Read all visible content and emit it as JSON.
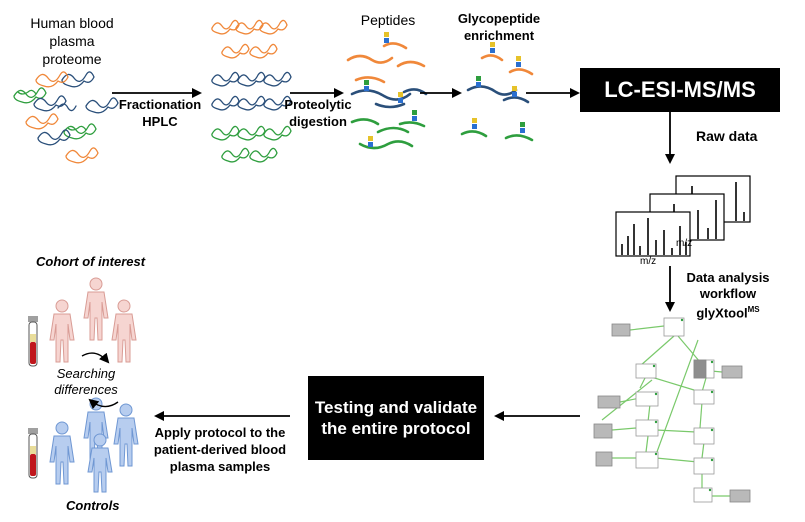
{
  "labels": {
    "proteome": "Human blood plasma proteome",
    "fractionation": "Fractionation HPLC",
    "proteolytic": "Proteolytic digestion",
    "peptides": "Peptides",
    "glyco_enrich": "Glycopeptide enrichment",
    "lcms": "LC-ESI-MS/MS",
    "raw_data": "Raw data",
    "mz1": "m/z",
    "mz2": "m/z",
    "data_analysis": "Data analysis workflow",
    "glyxtool": "glyXtool",
    "glyxtool_sup": "MS",
    "testing": "Testing and validate the entire protocol",
    "apply": "Apply protocol to the patient-derived blood plasma samples",
    "cohort": "Cohort of interest",
    "searching": "Searching differences",
    "controls": "Controls"
  },
  "colors": {
    "protein_green": "#2e9e3e",
    "protein_blue": "#2a4f7a",
    "protein_orange": "#f0883a",
    "cohort_fill": "#f2c4bf",
    "controls_fill": "#a9c4ec",
    "tube_red": "#c0161c",
    "tube_yellow": "#e9dd9a",
    "flow_green": "#7ac96b",
    "box_black": "#000000"
  }
}
